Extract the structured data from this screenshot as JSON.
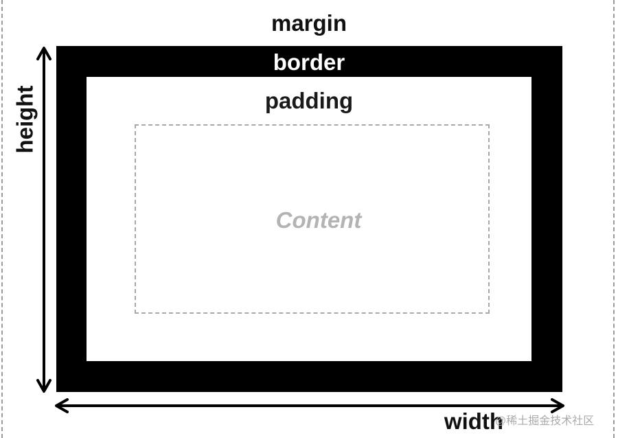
{
  "labels": {
    "margin": "margin",
    "border": "border",
    "padding": "padding",
    "content": "Content",
    "height": "height",
    "width": "width"
  },
  "watermark": "@稀土掘金技术社区",
  "colors": {
    "border_fill": "#000000",
    "content_text": "#b3b3b3",
    "dashed_line": "#a8a8a8",
    "label_text": "#111111"
  }
}
